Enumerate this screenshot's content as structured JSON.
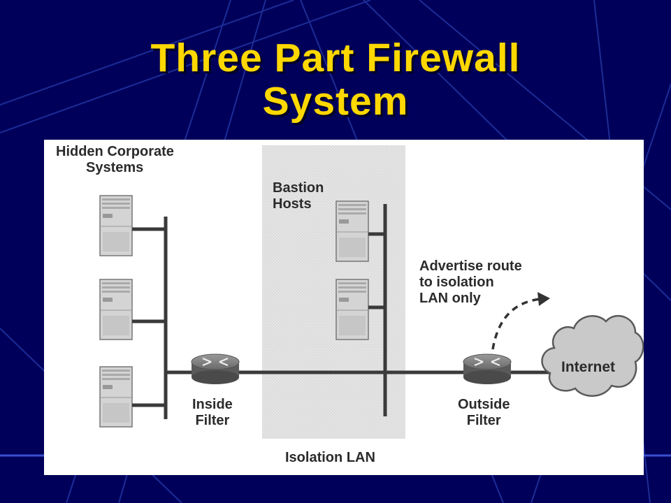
{
  "slide": {
    "title_line1": "Three Part Firewall",
    "title_line2": "System",
    "title_color": "#ffd800",
    "background_color": "#00005a"
  },
  "diagram": {
    "hidden_systems_line1": "Hidden Corporate",
    "hidden_systems_line2": "Systems",
    "bastion_line1": "Bastion",
    "bastion_line2": "Hosts",
    "advertise_line1": "Advertise route",
    "advertise_line2": "to isolation",
    "advertise_line3": "LAN only",
    "inside_filter_line1": "Inside",
    "inside_filter_line2": "Filter",
    "outside_filter_line1": "Outside",
    "outside_filter_line2": "Filter",
    "isolation_lan": "Isolation LAN",
    "internet": "Internet",
    "icons": [
      "server-icon",
      "router-icon",
      "cloud-icon"
    ]
  }
}
